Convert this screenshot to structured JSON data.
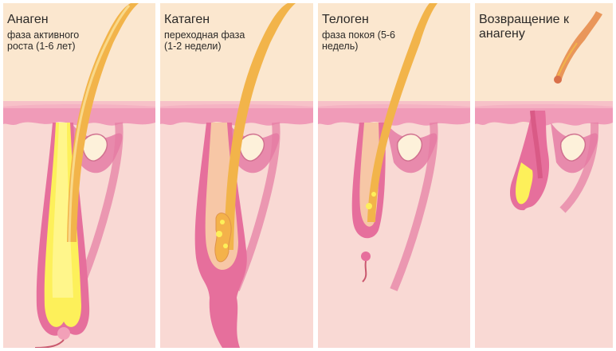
{
  "panels": [
    {
      "title": "Анаген",
      "subtitle": "фаза активного роста (1-6 лет)"
    },
    {
      "title": "Катаген",
      "subtitle": "переходная фаза (1-2 недели)"
    },
    {
      "title": "Телоген",
      "subtitle": "фаза покоя (5-6 недель)"
    },
    {
      "title": "Возвращение к анагену",
      "subtitle": ""
    }
  ],
  "colors": {
    "background": "#fbe7cf",
    "epidermis": "#f3a7c0",
    "skin_pink": "#f6c7cf",
    "hair_shaft": "#f2b44a",
    "bulb_yellow": "#fdf05a",
    "follicle": "#e66f9c",
    "caption_text": "#2c2a28"
  }
}
